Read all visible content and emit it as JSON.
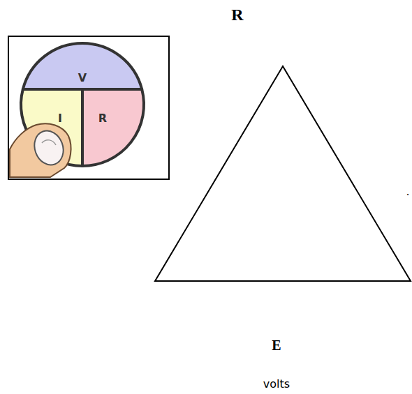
{
  "diagram": {
    "nodes": [
      {
        "text": [
          "V"
        ]
      },
      {
        "text": [
          "I"
        ]
      },
      {
        "text": [
          "R"
        ]
      }
    ],
    "labels": [
      "R",
      ".",
      "E",
      "volts"
    ]
  }
}
